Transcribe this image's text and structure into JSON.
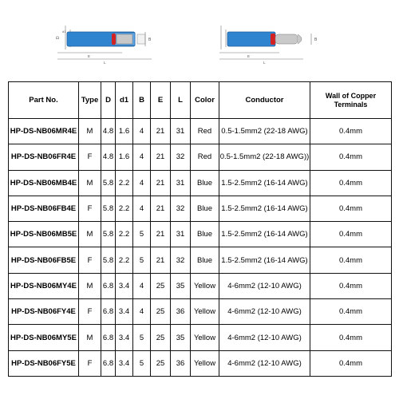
{
  "headers": {
    "part_no": "Part No.",
    "type": "Type",
    "d": "D",
    "d1": "d1",
    "b": "B",
    "e": "E",
    "l": "L",
    "color": "Color",
    "conductor": "Conductor",
    "wall": "Wall of Copper Terminals"
  },
  "rows": [
    {
      "part": "HP-DS-NB06MR4E",
      "type": "M",
      "d": "4.8",
      "d1": "1.6",
      "b": "4",
      "e": "21",
      "l": "31",
      "color": "Red",
      "conductor": "0.5-1.5mm2 (22-18 AWG)",
      "wall": "0.4mm"
    },
    {
      "part": "HP-DS-NB06FR4E",
      "type": "F",
      "d": "4.8",
      "d1": "1.6",
      "b": "4",
      "e": "21",
      "l": "32",
      "color": "Red",
      "conductor": "0.5-1.5mm2 (22-18 AWG))",
      "wall": "0.4mm"
    },
    {
      "part": "HP-DS-NB06MB4E",
      "type": "M",
      "d": "5.8",
      "d1": "2.2",
      "b": "4",
      "e": "21",
      "l": "31",
      "color": "Blue",
      "conductor": "1.5-2.5mm2 (16-14 AWG)",
      "wall": "0.4mm"
    },
    {
      "part": "HP-DS-NB06FB4E",
      "type": "F",
      "d": "5.8",
      "d1": "2.2",
      "b": "4",
      "e": "21",
      "l": "32",
      "color": "Blue",
      "conductor": "1.5-2.5mm2 (16-14 AWG)",
      "wall": "0.4mm"
    },
    {
      "part": "HP-DS-NB06MB5E",
      "type": "M",
      "d": "5.8",
      "d1": "2.2",
      "b": "5",
      "e": "21",
      "l": "31",
      "color": "Blue",
      "conductor": "1.5-2.5mm2 (16-14 AWG)",
      "wall": "0.4mm"
    },
    {
      "part": "HP-DS-NB06FB5E",
      "type": "F",
      "d": "5.8",
      "d1": "2.2",
      "b": "5",
      "e": "21",
      "l": "32",
      "color": "Blue",
      "conductor": "1.5-2.5mm2 (16-14 AWG)",
      "wall": "0.4mm"
    },
    {
      "part": "HP-DS-NB06MY4E",
      "type": "M",
      "d": "6.8",
      "d1": "3.4",
      "b": "4",
      "e": "25",
      "l": "35",
      "color": "Yellow",
      "conductor": "4-6mm2 (12-10 AWG)",
      "wall": "0.4mm"
    },
    {
      "part": "HP-DS-NB06FY4E",
      "type": "F",
      "d": "6.8",
      "d1": "3.4",
      "b": "4",
      "e": "25",
      "l": "36",
      "color": "Yellow",
      "conductor": "4-6mm2 (12-10 AWG)",
      "wall": "0.4mm"
    },
    {
      "part": "HP-DS-NB06MY5E",
      "type": "M",
      "d": "6.8",
      "d1": "3.4",
      "b": "5",
      "e": "25",
      "l": "35",
      "color": "Yellow",
      "conductor": "4-6mm2 (12-10 AWG)",
      "wall": "0.4mm"
    },
    {
      "part": "HP-DS-NB06FY5E",
      "type": "F",
      "d": "6.8",
      "d1": "3.4",
      "b": "5",
      "e": "25",
      "l": "36",
      "color": "Yellow",
      "conductor": "4-6mm2 (12-10 AWG)",
      "wall": "0.4mm"
    }
  ],
  "colors": {
    "sleeve_blue": "#2f84d0",
    "sleeve_blue_dark": "#1e5f9c",
    "crimp_red": "#d32222",
    "metal": "#b9b9b9"
  }
}
